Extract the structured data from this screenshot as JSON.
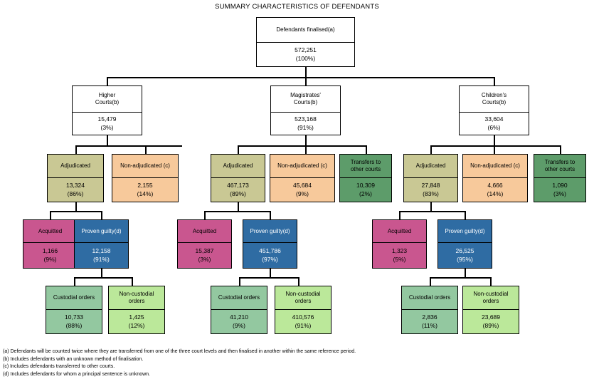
{
  "title": "SUMMARY CHARACTERISTICS OF DEFENDANTS",
  "colors": {
    "adjudicated": "#c9c894",
    "non_adjudicated": "#f7c99b",
    "transfers": "#5d9c6a",
    "acquitted": "#c9568f",
    "proven_guilty": "#2f6ca3",
    "custodial": "#93c8a0",
    "non_custodial": "#bbe89a",
    "root": "#ffffff",
    "border": "#000000"
  },
  "chart_data": {
    "type": "diagram",
    "title": "SUMMARY CHARACTERISTICS OF DEFENDANTS",
    "root": {
      "label": "Defendants finalised(a)",
      "value": "572,251",
      "percent": "(100%)"
    },
    "levels": [
      {
        "name": "court-level",
        "nodes": [
          {
            "label": "Higher\nCourts(b)",
            "value": "15,479",
            "percent": "(3%)"
          },
          {
            "label": "Magistrates'\nCourts(b)",
            "value": "523,168",
            "percent": "(91%)"
          },
          {
            "label": "Children's\nCourts(b)",
            "value": "33,604",
            "percent": "(6%)"
          }
        ]
      },
      {
        "name": "finalisation-method",
        "nodes": [
          {
            "label": "Adjudicated",
            "value": "13,324",
            "percent": "(86%)"
          },
          {
            "label": "Non-adjudicated (c)",
            "value": "2,155",
            "percent": "(14%)"
          },
          {
            "label": "Adjudicated",
            "value": "467,173",
            "percent": "(89%)"
          },
          {
            "label": "Non-adjudicated (c)",
            "value": "45,684",
            "percent": "(9%)"
          },
          {
            "label": "Transfers to\nother courts",
            "value": "10,309",
            "percent": "(2%)"
          },
          {
            "label": "Adjudicated",
            "value": "27,848",
            "percent": "(83%)"
          },
          {
            "label": "Non-adjudicated (c)",
            "value": "4,666",
            "percent": "(14%)"
          },
          {
            "label": "Transfers to\nother courts",
            "value": "1,090",
            "percent": "(3%)"
          }
        ]
      },
      {
        "name": "outcome",
        "nodes": [
          {
            "label": "Acquitted",
            "value": "1,166",
            "percent": "(9%)"
          },
          {
            "label": "Proven guilty(d)",
            "value": "12,158",
            "percent": "(91%)"
          },
          {
            "label": "Acquitted",
            "value": "15,387",
            "percent": "(3%)"
          },
          {
            "label": "Proven guilty(d)",
            "value": "451,786",
            "percent": "(97%)"
          },
          {
            "label": "Acquitted",
            "value": "1,323",
            "percent": "(5%)"
          },
          {
            "label": "Proven guilty(d)",
            "value": "26,525",
            "percent": "(95%)"
          }
        ]
      },
      {
        "name": "sentence-type",
        "nodes": [
          {
            "label": "Custodial orders",
            "value": "10,733",
            "percent": "(88%)"
          },
          {
            "label": "Non-custodial\norders",
            "value": "1,425",
            "percent": "(12%)"
          },
          {
            "label": "Custodial orders",
            "value": "41,210",
            "percent": "(9%)"
          },
          {
            "label": "Non-custodial\norders",
            "value": "410,576",
            "percent": "(91%)"
          },
          {
            "label": "Custodial orders",
            "value": "2,836",
            "percent": "(11%)"
          },
          {
            "label": "Non-custodial\norders",
            "value": "23,689",
            "percent": "(89%)"
          }
        ]
      }
    ]
  },
  "nodes": {
    "root": {
      "label": "Defendants finalised(a)",
      "value": "572,251",
      "percent": "(100%)"
    },
    "higher": {
      "label": "Higher\nCourts(b)",
      "value": "15,479",
      "percent": "(3%)"
    },
    "mags": {
      "label": "Magistrates'\nCourts(b)",
      "value": "523,168",
      "percent": "(91%)"
    },
    "child": {
      "label": "Children's\nCourts(b)",
      "value": "33,604",
      "percent": "(6%)"
    },
    "h_adj": {
      "label": "Adjudicated",
      "value": "13,324",
      "percent": "(86%)"
    },
    "h_non": {
      "label": "Non-adjudicated (c)",
      "value": "2,155",
      "percent": "(14%)"
    },
    "m_adj": {
      "label": "Adjudicated",
      "value": "467,173",
      "percent": "(89%)"
    },
    "m_non": {
      "label": "Non-adjudicated (c)",
      "value": "45,684",
      "percent": "(9%)"
    },
    "m_tr": {
      "label": "Transfers to\nother courts",
      "value": "10,309",
      "percent": "(2%)"
    },
    "c_adj": {
      "label": "Adjudicated",
      "value": "27,848",
      "percent": "(83%)"
    },
    "c_non": {
      "label": "Non-adjudicated (c)",
      "value": "4,666",
      "percent": "(14%)"
    },
    "c_tr": {
      "label": "Transfers to\nother courts",
      "value": "1,090",
      "percent": "(3%)"
    },
    "h_acq": {
      "label": "Acquitted",
      "value": "1,166",
      "percent": "(9%)"
    },
    "h_pg": {
      "label": "Proven guilty(d)",
      "value": "12,158",
      "percent": "(91%)"
    },
    "m_acq": {
      "label": "Acquitted",
      "value": "15,387",
      "percent": "(3%)"
    },
    "m_pg": {
      "label": "Proven guilty(d)",
      "value": "451,786",
      "percent": "(97%)"
    },
    "c_acq": {
      "label": "Acquitted",
      "value": "1,323",
      "percent": "(5%)"
    },
    "c_pg": {
      "label": "Proven guilty(d)",
      "value": "26,525",
      "percent": "(95%)"
    },
    "h_cust": {
      "label": "Custodial orders",
      "value": "10,733",
      "percent": "(88%)"
    },
    "h_ncust": {
      "label": "Non-custodial\norders",
      "value": "1,425",
      "percent": "(12%)"
    },
    "m_cust": {
      "label": "Custodial orders",
      "value": "41,210",
      "percent": "(9%)"
    },
    "m_ncust": {
      "label": "Non-custodial\norders",
      "value": "410,576",
      "percent": "(91%)"
    },
    "c_cust": {
      "label": "Custodial orders",
      "value": "2,836",
      "percent": "(11%)"
    },
    "c_ncust": {
      "label": "Non-custodial\norders",
      "value": "23,689",
      "percent": "(89%)"
    }
  },
  "footnotes": [
    "(a) Defendants will be counted twice where they are transferred from one of the three court levels and then finalised in another within the same reference period.",
    "(b) Includes defendants with an unknown method of finalisation.",
    "(c) Includes defendants transferred to other courts.",
    "(d) Includes defendants for whom a principal sentence is unknown."
  ]
}
